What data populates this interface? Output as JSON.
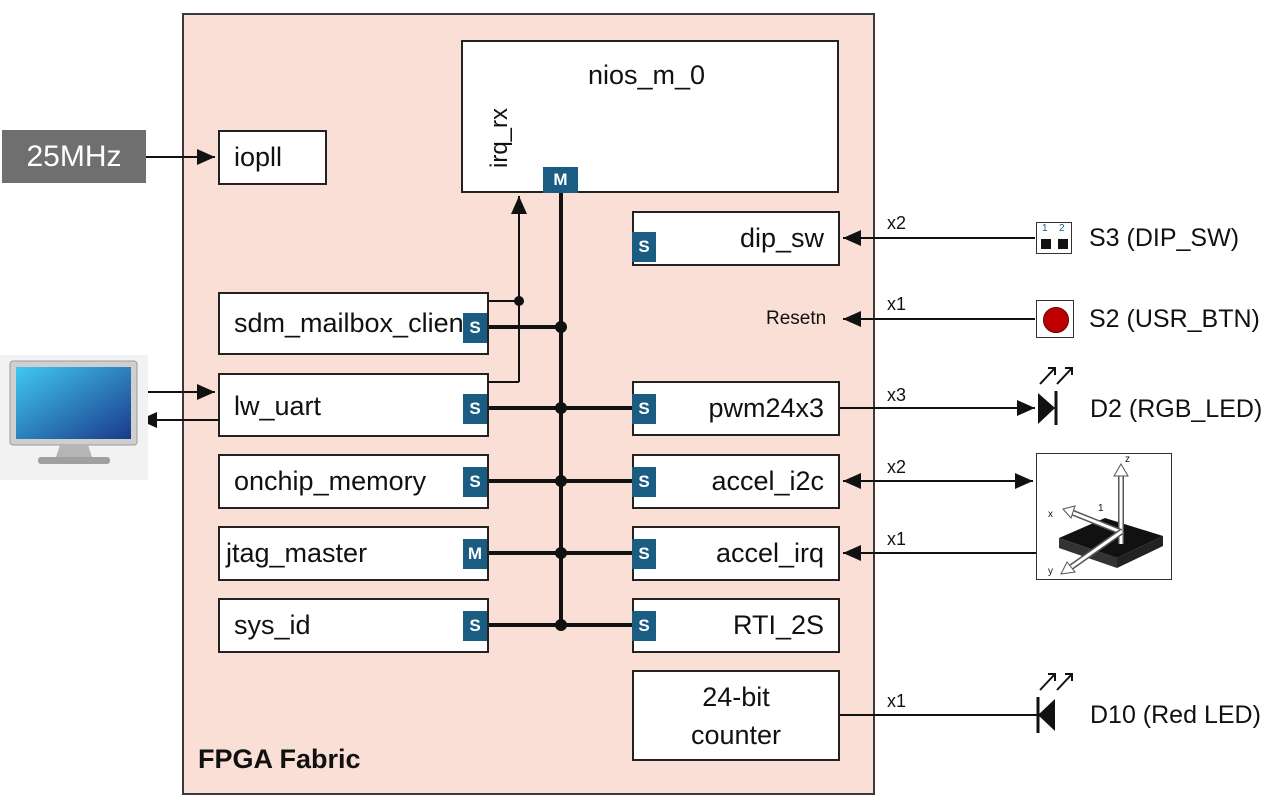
{
  "fabric": {
    "label": "FPGA Fabric",
    "fill": "#f9dfd5"
  },
  "clock": {
    "label": "25MHz",
    "fill": "#6f6f6f"
  },
  "cpu": {
    "name": "nios_m_0",
    "irq_label": "irq_rx",
    "port": "M"
  },
  "left_blocks": [
    {
      "name": "iopll"
    },
    {
      "name": "sdm_mailbox_client",
      "port": "S"
    },
    {
      "name": "lw_uart",
      "port": "S"
    },
    {
      "name": "onchip_memory",
      "port": "S"
    },
    {
      "name": "jtag_master",
      "port": "M"
    },
    {
      "name": "sys_id",
      "port": "S"
    }
  ],
  "right_blocks": [
    {
      "name": "dip_sw",
      "port": "S"
    },
    {
      "name": "pwm24x3",
      "port": "S"
    },
    {
      "name": "accel_i2c",
      "port": "S"
    },
    {
      "name": "accel_irq",
      "port": "S"
    },
    {
      "name": "RTI_2S",
      "port": "S"
    },
    {
      "name": "24-bit counter"
    }
  ],
  "reset_label": "Resetn",
  "bus_widths": [
    "x2",
    "x1",
    "x3",
    "x2",
    "x1",
    "x1"
  ],
  "peripherals": {
    "dip_switch": {
      "label": "S3 (DIP_SW)",
      "pins": [
        "1",
        "2"
      ]
    },
    "button": {
      "label": "S2 (USR_BTN)"
    },
    "rgb_led": {
      "label": "D2 (RGB_LED)"
    },
    "red_led": {
      "label": "D10 (Red LED)"
    },
    "accel_axes": [
      "z",
      "x",
      "y",
      "1"
    ]
  },
  "colors": {
    "port": "#1a5c82",
    "button": "#c00000"
  }
}
